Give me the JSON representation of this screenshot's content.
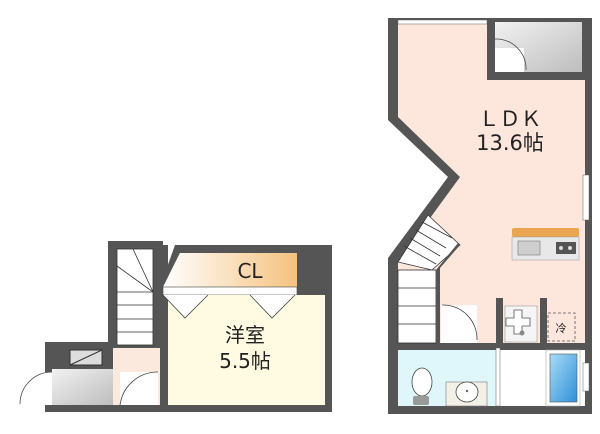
{
  "floor_plan": {
    "rooms": {
      "ldk": {
        "name": "ＬＤＫ",
        "size": "13.6帖"
      },
      "western_room": {
        "name": "洋室",
        "size": "5.5帖"
      },
      "closet": {
        "name": "CL"
      },
      "fridge_space": {
        "name": "冷"
      }
    },
    "colors": {
      "wall": "#555555",
      "ldk_floor": "#fde6dc",
      "western_floor": "#fffbe2",
      "closet": "#f5c27e",
      "wet_area": "#dff6fb"
    }
  }
}
